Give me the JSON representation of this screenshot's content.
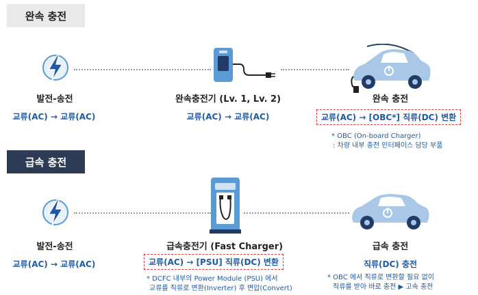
{
  "slow": {
    "section_label": "완속 충전",
    "generation": {
      "title": "발전-송전",
      "sub": "교류(AC) → 교류(AC)"
    },
    "charger": {
      "title": "완속충전기 (Lv. 1, Lv. 2)",
      "sub": "교류(AC) → 교류(AC)"
    },
    "car": {
      "title": "완속 충전",
      "sub": "교류(AC) →  [OBC*] 직류(DC) 변환"
    },
    "notes": [
      "* OBC (On-board Charger)",
      ": 차량 내부 충전 인터페이스 담당 부품"
    ]
  },
  "fast": {
    "section_label": "급속 충전",
    "generation": {
      "title": "발전-송전",
      "sub": "교류(AC) → 교류(AC)"
    },
    "charger": {
      "title": "급속충전기 (Fast Charger)",
      "sub": "교류(AC) → [PSU] 직류(DC) 변환"
    },
    "car": {
      "title": "급속 충전",
      "sub": "직류(DC) 충전"
    },
    "charger_notes": [
      "* DCFC 내부의 Power Module (PSU) 에서",
      "교류를 직류로 변환(Inverter) 후 변압(Convert)"
    ],
    "car_notes": [
      "* OBC 에서 직류로 변환할 필요 없이",
      "직류를 받아 바로 충전 ▶ 고속 충전"
    ]
  },
  "colors": {
    "accent_blue": "#1f5aa6",
    "icon_blue": "#5b9bd5",
    "red_dash": "#e03a3a",
    "dark_label": "#2e3b55"
  }
}
